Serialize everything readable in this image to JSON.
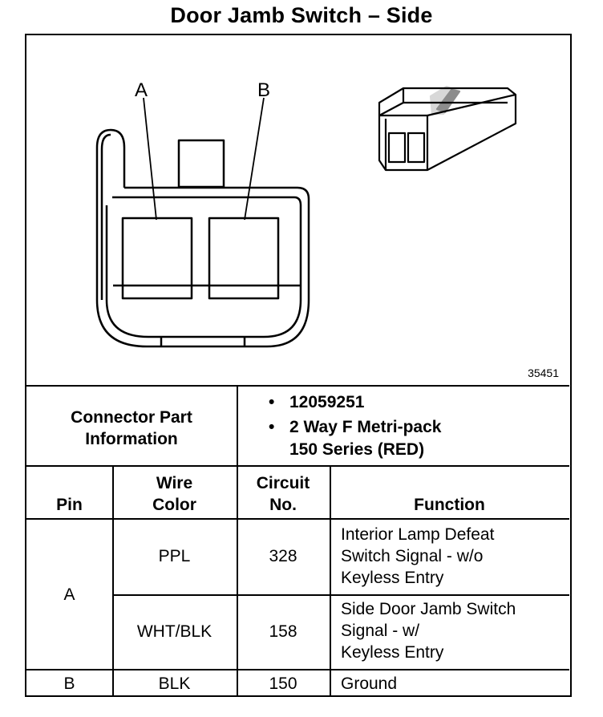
{
  "title": "Door Jamb Switch – Side",
  "figure_number": "35451",
  "pin_labels": {
    "a": "A",
    "b": "B"
  },
  "connector_info": {
    "label_line1": "Connector Part",
    "label_line2": "Information",
    "bullet1": "12059251",
    "bullet2_line1": "2 Way F Metri-pack",
    "bullet2_line2": "150 Series (RED)"
  },
  "table": {
    "headers": {
      "pin": "Pin",
      "wire_color_line1": "Wire",
      "wire_color_line2": "Color",
      "circuit_line1": "Circuit",
      "circuit_line2": "No.",
      "function": "Function"
    },
    "rows": [
      {
        "pin": "A",
        "wire": "PPL",
        "circuit": "328",
        "function_lines": [
          "Interior Lamp Defeat",
          "Switch Signal - w/o",
          "Keyless Entry"
        ]
      },
      {
        "pin": "",
        "wire": "WHT/BLK",
        "circuit": "158",
        "function_lines": [
          "Side Door Jamb Switch",
          "Signal - w/",
          "Keyless Entry"
        ]
      },
      {
        "pin": "B",
        "wire": "BLK",
        "circuit": "150",
        "function_lines": [
          "Ground"
        ]
      }
    ]
  }
}
